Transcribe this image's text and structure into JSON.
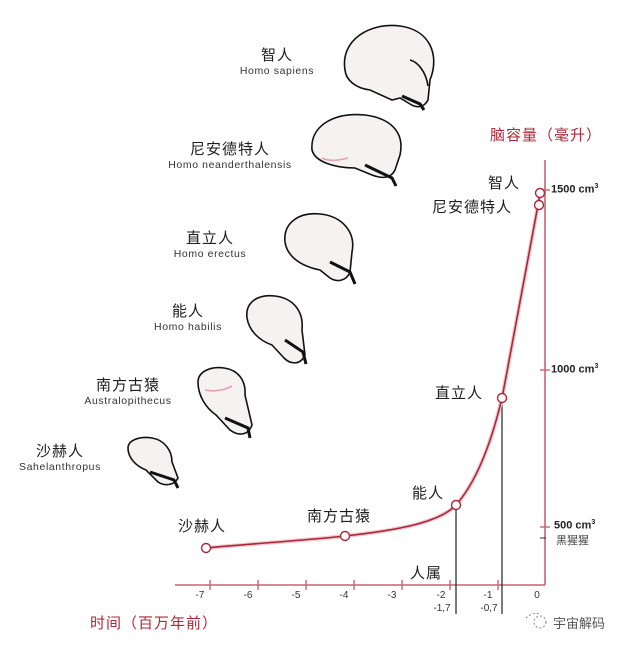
{
  "chart_data": {
    "type": "line",
    "title": "",
    "xlabel": "时间（百万年前）",
    "ylabel": "脑容量（毫升）",
    "xlim": [
      -7.3,
      0
    ],
    "ylim": [
      350,
      1600
    ],
    "x_ticks": [
      "-7",
      "-6",
      "-5",
      "-4",
      "-3",
      "-2",
      "-1",
      "0"
    ],
    "x_extra_ticks": [
      "-1,7",
      "-0,7"
    ],
    "x_annotation": "人属",
    "y_ticks": [
      "500 cm3",
      "1000 cm3",
      "1500 cm3"
    ],
    "y_reference": {
      "label": "黑猩猩",
      "value": 470
    },
    "grid": false,
    "legend": "none",
    "series": [
      {
        "name": "脑容量",
        "color": "#c0303f",
        "points": [
          {
            "label": "沙赫人",
            "x": -7.0,
            "y": 380
          },
          {
            "label": "南方古猿",
            "x": -4.0,
            "y": 420
          },
          {
            "label": "能人",
            "x": -1.9,
            "y": 520
          },
          {
            "label": "直立人",
            "x": -0.9,
            "y": 870
          },
          {
            "label": "尼安德特人",
            "x": -0.15,
            "y": 1450
          },
          {
            "label": "智人",
            "x": -0.1,
            "y": 1490
          }
        ]
      }
    ],
    "annotations": [
      "-1,7",
      "-0,7",
      "人属"
    ]
  },
  "axis": {
    "y_title": "脑容量（毫升）",
    "x_title": "时间（百万年前）",
    "y_ticks": [
      {
        "label": "1500 cm",
        "sup": "3"
      },
      {
        "label": "1000 cm",
        "sup": "3"
      },
      {
        "label": "500 cm",
        "sup": "3"
      }
    ],
    "chimp_label": "黑猩猩",
    "x_ticks": [
      "-7",
      "-6",
      "-5",
      "-4",
      "-3",
      "-2",
      "-1",
      "0"
    ],
    "x_sub_ticks": [
      "-1,7",
      "-0,7"
    ],
    "genus_label": "人属"
  },
  "points": {
    "sahelanthropus": "沙赫人",
    "australopithecus": "南方古猿",
    "habilis": "能人",
    "erectus": "直立人",
    "neanderthal": "尼安德特人",
    "sapiens": "智人"
  },
  "skulls": [
    {
      "cn": "智人",
      "en": "Homo sapiens"
    },
    {
      "cn": "尼安德特人",
      "en": "Homo neanderthalensis"
    },
    {
      "cn": "直立人",
      "en": "Homo erectus"
    },
    {
      "cn": "能人",
      "en": "Homo habilis"
    },
    {
      "cn": "南方古猿",
      "en": "Australopithecus"
    },
    {
      "cn": "沙赫人",
      "en": "Sahelanthropus"
    }
  ],
  "watermark": "宇宙解码",
  "colors": {
    "curve": "#c0303f",
    "axis": "#c86470",
    "title": "#b0283a"
  }
}
